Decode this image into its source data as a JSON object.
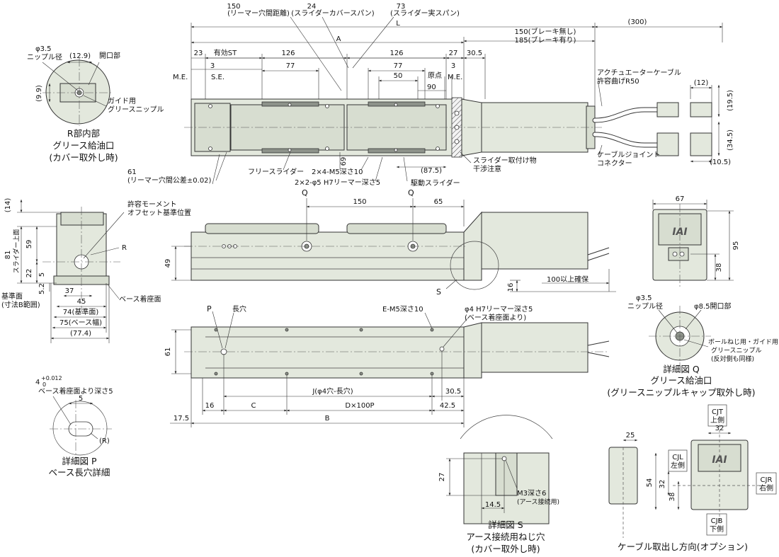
{
  "top": {
    "lbl_150": "150",
    "lbl_150_sub": "(リーマー穴間距離)",
    "lbl_24": "24",
    "lbl_24_sub": "(スライダーカバースパン)",
    "lbl_73": "73",
    "lbl_73_sub": "(スライダー実スパン)",
    "lbl_300": "(300)",
    "lbl_A": "A",
    "lbl_L": "L",
    "lbl_brake1": "150(ブレーキ無し)",
    "lbl_brake2": "185(ブレーキ有り)",
    "lbl_23": "23",
    "lbl_st": "有効ST",
    "lbl_126a": "126",
    "lbl_126b": "126",
    "lbl_27": "27",
    "lbl_305": "30.5",
    "lbl_me_l": "M.E.",
    "lbl_3a": "3",
    "lbl_se": "S.E.",
    "lbl_77a": "77",
    "lbl_77b": "77",
    "lbl_50": "50",
    "lbl_origin": "原点",
    "lbl_3b": "3",
    "lbl_me_r": "M.E.",
    "lbl_90": "90",
    "lbl_act_cable1": "アクチュエーターケーブル",
    "lbl_act_cable2": "許容曲げR50",
    "lbl_12": "(12)",
    "lbl_195": "(19.5)",
    "lbl_345": "(34.5)",
    "lbl_105": "(10.5)",
    "lbl_joint1": "ケーブルジョイント",
    "lbl_joint2": "コネクター",
    "lbl_interf1": "スライダー取付け物",
    "lbl_interf2": "干渉注意",
    "lbl_drive": "駆動スライダー",
    "lbl_875": "(87.5)",
    "lbl_free": "フリースライダー",
    "lbl_m5": "2×4-M5深さ10",
    "lbl_phi5": "2×2-φ5 H7リーマー深さ5",
    "lbl_69": "69",
    "lbl_61": "61",
    "lbl_61_sub": "(リーマー穴間公差±0.02)"
  },
  "r_detail": {
    "lbl_phi35": "φ3.5",
    "lbl_nipple": "ニップル径",
    "lbl_129": "(12.9)",
    "lbl_open": "開口部",
    "lbl_99": "(9.9)",
    "lbl_guide1": "ガイド用",
    "lbl_guide2": "グリースニップル",
    "title1": "R部内部",
    "title2": "グリース給油口",
    "title3": "(カバー取外し時)"
  },
  "section": {
    "lbl_14": "(14)",
    "lbl_moment1": "許容モーメント",
    "lbl_moment2": "オフセット基準位置",
    "lbl_81": "81",
    "lbl_slider_top": "スライダー上面",
    "lbl_59": "59",
    "lbl_R": "R",
    "lbl_22": "22",
    "lbl_5": "5",
    "lbl_52": "5.2",
    "lbl_37": "37",
    "lbl_45": "45",
    "lbl_ref1": "基準面",
    "lbl_ref2": "(寸法B範囲)",
    "lbl_base_seat": "ベース着座面",
    "lbl_74": "74(基準面)",
    "lbl_75": "75(ベース幅)",
    "lbl_774": "(77.4)"
  },
  "side": {
    "lbl_Q1": "Q",
    "lbl_Q2": "Q",
    "lbl_150": "150",
    "lbl_65": "65",
    "lbl_49": "49",
    "lbl_16": "16",
    "lbl_100": "100以上確保",
    "lbl_S": "S"
  },
  "end_view": {
    "lbl_67": "67",
    "lbl_95": "95",
    "lbl_38": "38",
    "logo": "IAI"
  },
  "bottom": {
    "lbl_P": "P",
    "lbl_slot": "長穴",
    "lbl_em5": "E-M5深さ10",
    "lbl_phi4_1": "φ4 H7リーマー深さ5",
    "lbl_phi4_2": "(ベース着座面より)",
    "lbl_61": "61",
    "lbl_J": "J(φ4穴-長穴)",
    "lbl_305": "30.5",
    "lbl_16": "16",
    "lbl_C": "C",
    "lbl_Dx100P": "D×100P",
    "lbl_425": "42.5",
    "lbl_175": "17.5",
    "lbl_B": "B"
  },
  "q_detail": {
    "lbl_phi35": "φ3.5",
    "lbl_nipple": "ニップル径",
    "lbl_phi85": "φ8.5開口部",
    "lbl_ball1": "ボールねじ用・ガイド用",
    "lbl_ball2": "グリースニップル",
    "lbl_ball3": "(反対側も同様)",
    "title1": "詳細図 Q",
    "title2": "グリース給油口",
    "title3": "(グリースニップルキャップ取外し時)"
  },
  "p_detail": {
    "lbl_4": "4",
    "lbl_tol": "+0.012",
    "lbl_tol0": "0",
    "lbl_depth": "ベース着座面より深さ5",
    "lbl_5": "5",
    "lbl_R": "(R)",
    "title1": "詳細図 P",
    "title2": "ベース長穴詳細"
  },
  "s_detail": {
    "lbl_27": "27",
    "lbl_m3": "M3深さ6",
    "lbl_m3_sub": "(アース接続用)",
    "lbl_145": "14.5",
    "title1": "詳細図 S",
    "title2": "アース接続用ねじ穴",
    "title3": "(カバー取外し時)"
  },
  "cable_opt": {
    "lbl_25": "25",
    "lbl_32a": "32",
    "lbl_cjt1": "CJT",
    "lbl_cjt2": "上側",
    "lbl_cjl1": "CJL",
    "lbl_cjl2": "左側",
    "lbl_cjr1": "CJR",
    "lbl_cjr2": "右側",
    "lbl_cjb1": "CJB",
    "lbl_cjb2": "下側",
    "lbl_54": "54",
    "lbl_32b": "32",
    "lbl_38": "38",
    "logo": "IAI",
    "title": "ケーブル取出し方向(オプション)"
  }
}
